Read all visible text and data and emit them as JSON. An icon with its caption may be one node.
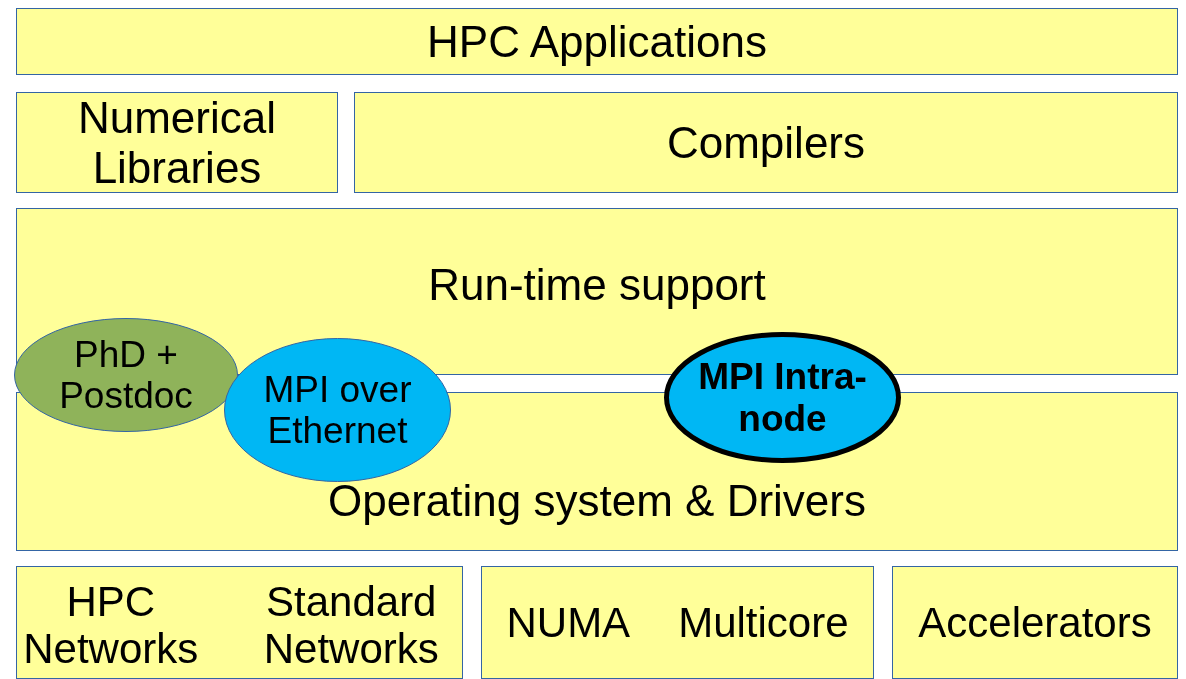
{
  "diagram": {
    "nodes": [
      {
        "text": [
          "HPC Applications"
        ]
      },
      {
        "text": [
          "Numerical Libraries"
        ]
      },
      {
        "text": [
          "Compilers"
        ]
      },
      {
        "text": [
          "Run-time support"
        ]
      },
      {
        "text": [
          "Operating system & Drivers"
        ]
      },
      {
        "text": [
          "PhD + Postdoc"
        ]
      },
      {
        "text": [
          "MPI over Ethernet"
        ]
      },
      {
        "text": [
          "MPI Intra-node"
        ]
      },
      {
        "text": [
          "HPC Networks",
          "Standard Networks"
        ]
      },
      {
        "text": [
          "NUMA",
          "Multicore"
        ]
      },
      {
        "text": [
          "Accelerators"
        ]
      }
    ]
  }
}
